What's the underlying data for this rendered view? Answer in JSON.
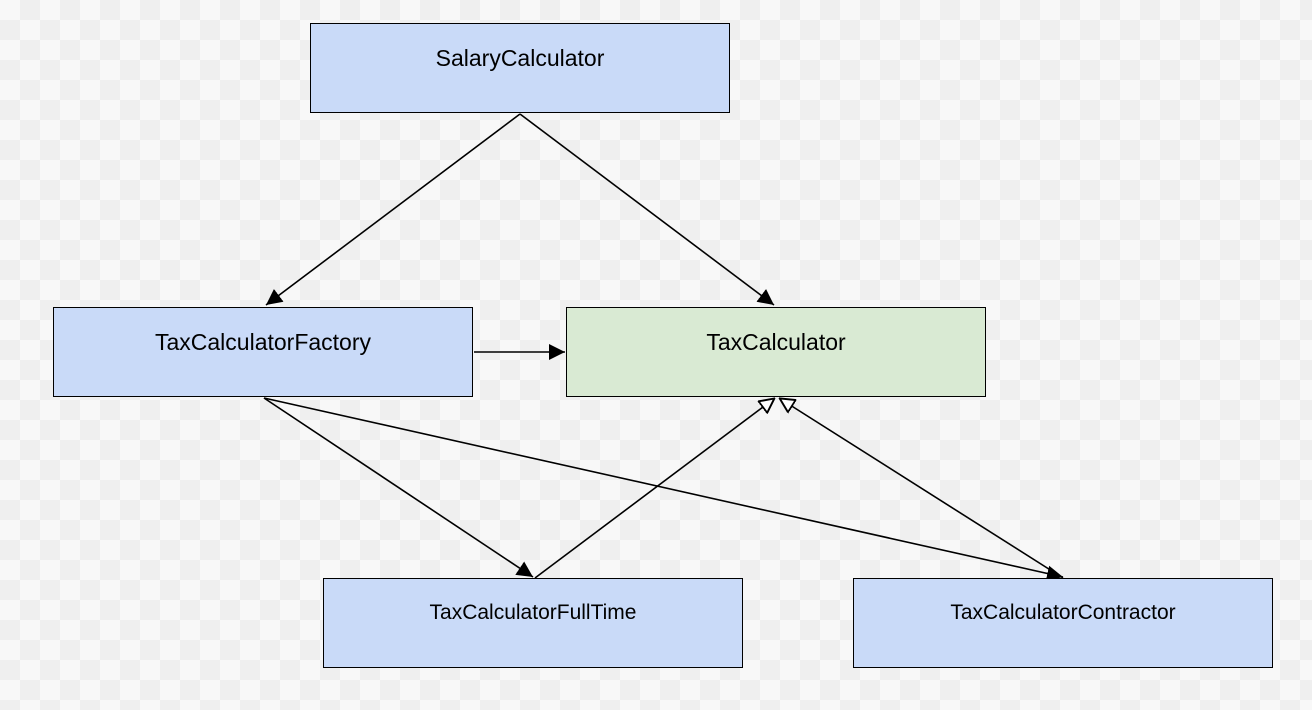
{
  "colors": {
    "class_fill": "#c9daf8",
    "interface_fill": "#d9ead3",
    "stroke": "#000000"
  },
  "nodes": {
    "salary_calculator": {
      "label": "SalaryCalculator"
    },
    "tax_calculator_factory": {
      "label": "TaxCalculatorFactory"
    },
    "tax_calculator": {
      "label": "TaxCalculator"
    },
    "tax_calculator_full_time": {
      "label": "TaxCalculatorFullTime"
    },
    "tax_calculator_contractor": {
      "label": "TaxCalculatorContractor"
    }
  },
  "edges": [
    {
      "from": "salary_calculator",
      "to": "tax_calculator_factory",
      "arrow": "filled"
    },
    {
      "from": "salary_calculator",
      "to": "tax_calculator",
      "arrow": "filled"
    },
    {
      "from": "tax_calculator_factory",
      "to": "tax_calculator",
      "arrow": "filled"
    },
    {
      "from": "tax_calculator_factory",
      "to": "tax_calculator_full_time",
      "arrow": "filled"
    },
    {
      "from": "tax_calculator_factory",
      "to": "tax_calculator_contractor",
      "arrow": "filled"
    },
    {
      "from": "tax_calculator_full_time",
      "to": "tax_calculator",
      "arrow": "hollow"
    },
    {
      "from": "tax_calculator_contractor",
      "to": "tax_calculator",
      "arrow": "hollow"
    }
  ]
}
